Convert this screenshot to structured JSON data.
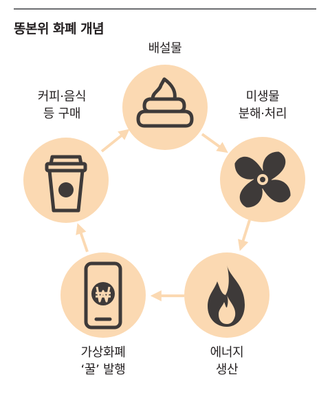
{
  "title": "똥본위 화폐 개념",
  "colors": {
    "circle": "#fbd9b2",
    "arrow": "#fbd9b2",
    "icon": "#3e3a39",
    "rule": "#6d6e71"
  },
  "nodes": [
    {
      "icon": "poop-icon",
      "lines": [
        "배설물"
      ]
    },
    {
      "icon": "fan-icon",
      "lines": [
        "미생물",
        "분해·처리"
      ]
    },
    {
      "icon": "flame-icon",
      "lines": [
        "에너지",
        "생산"
      ]
    },
    {
      "icon": "smartphone-won-icon",
      "lines": [
        "가상화폐",
        "‘꿀’ 발행"
      ]
    },
    {
      "icon": "coffee-cup-icon",
      "lines": [
        "커피·음식",
        "등 구매"
      ]
    }
  ]
}
